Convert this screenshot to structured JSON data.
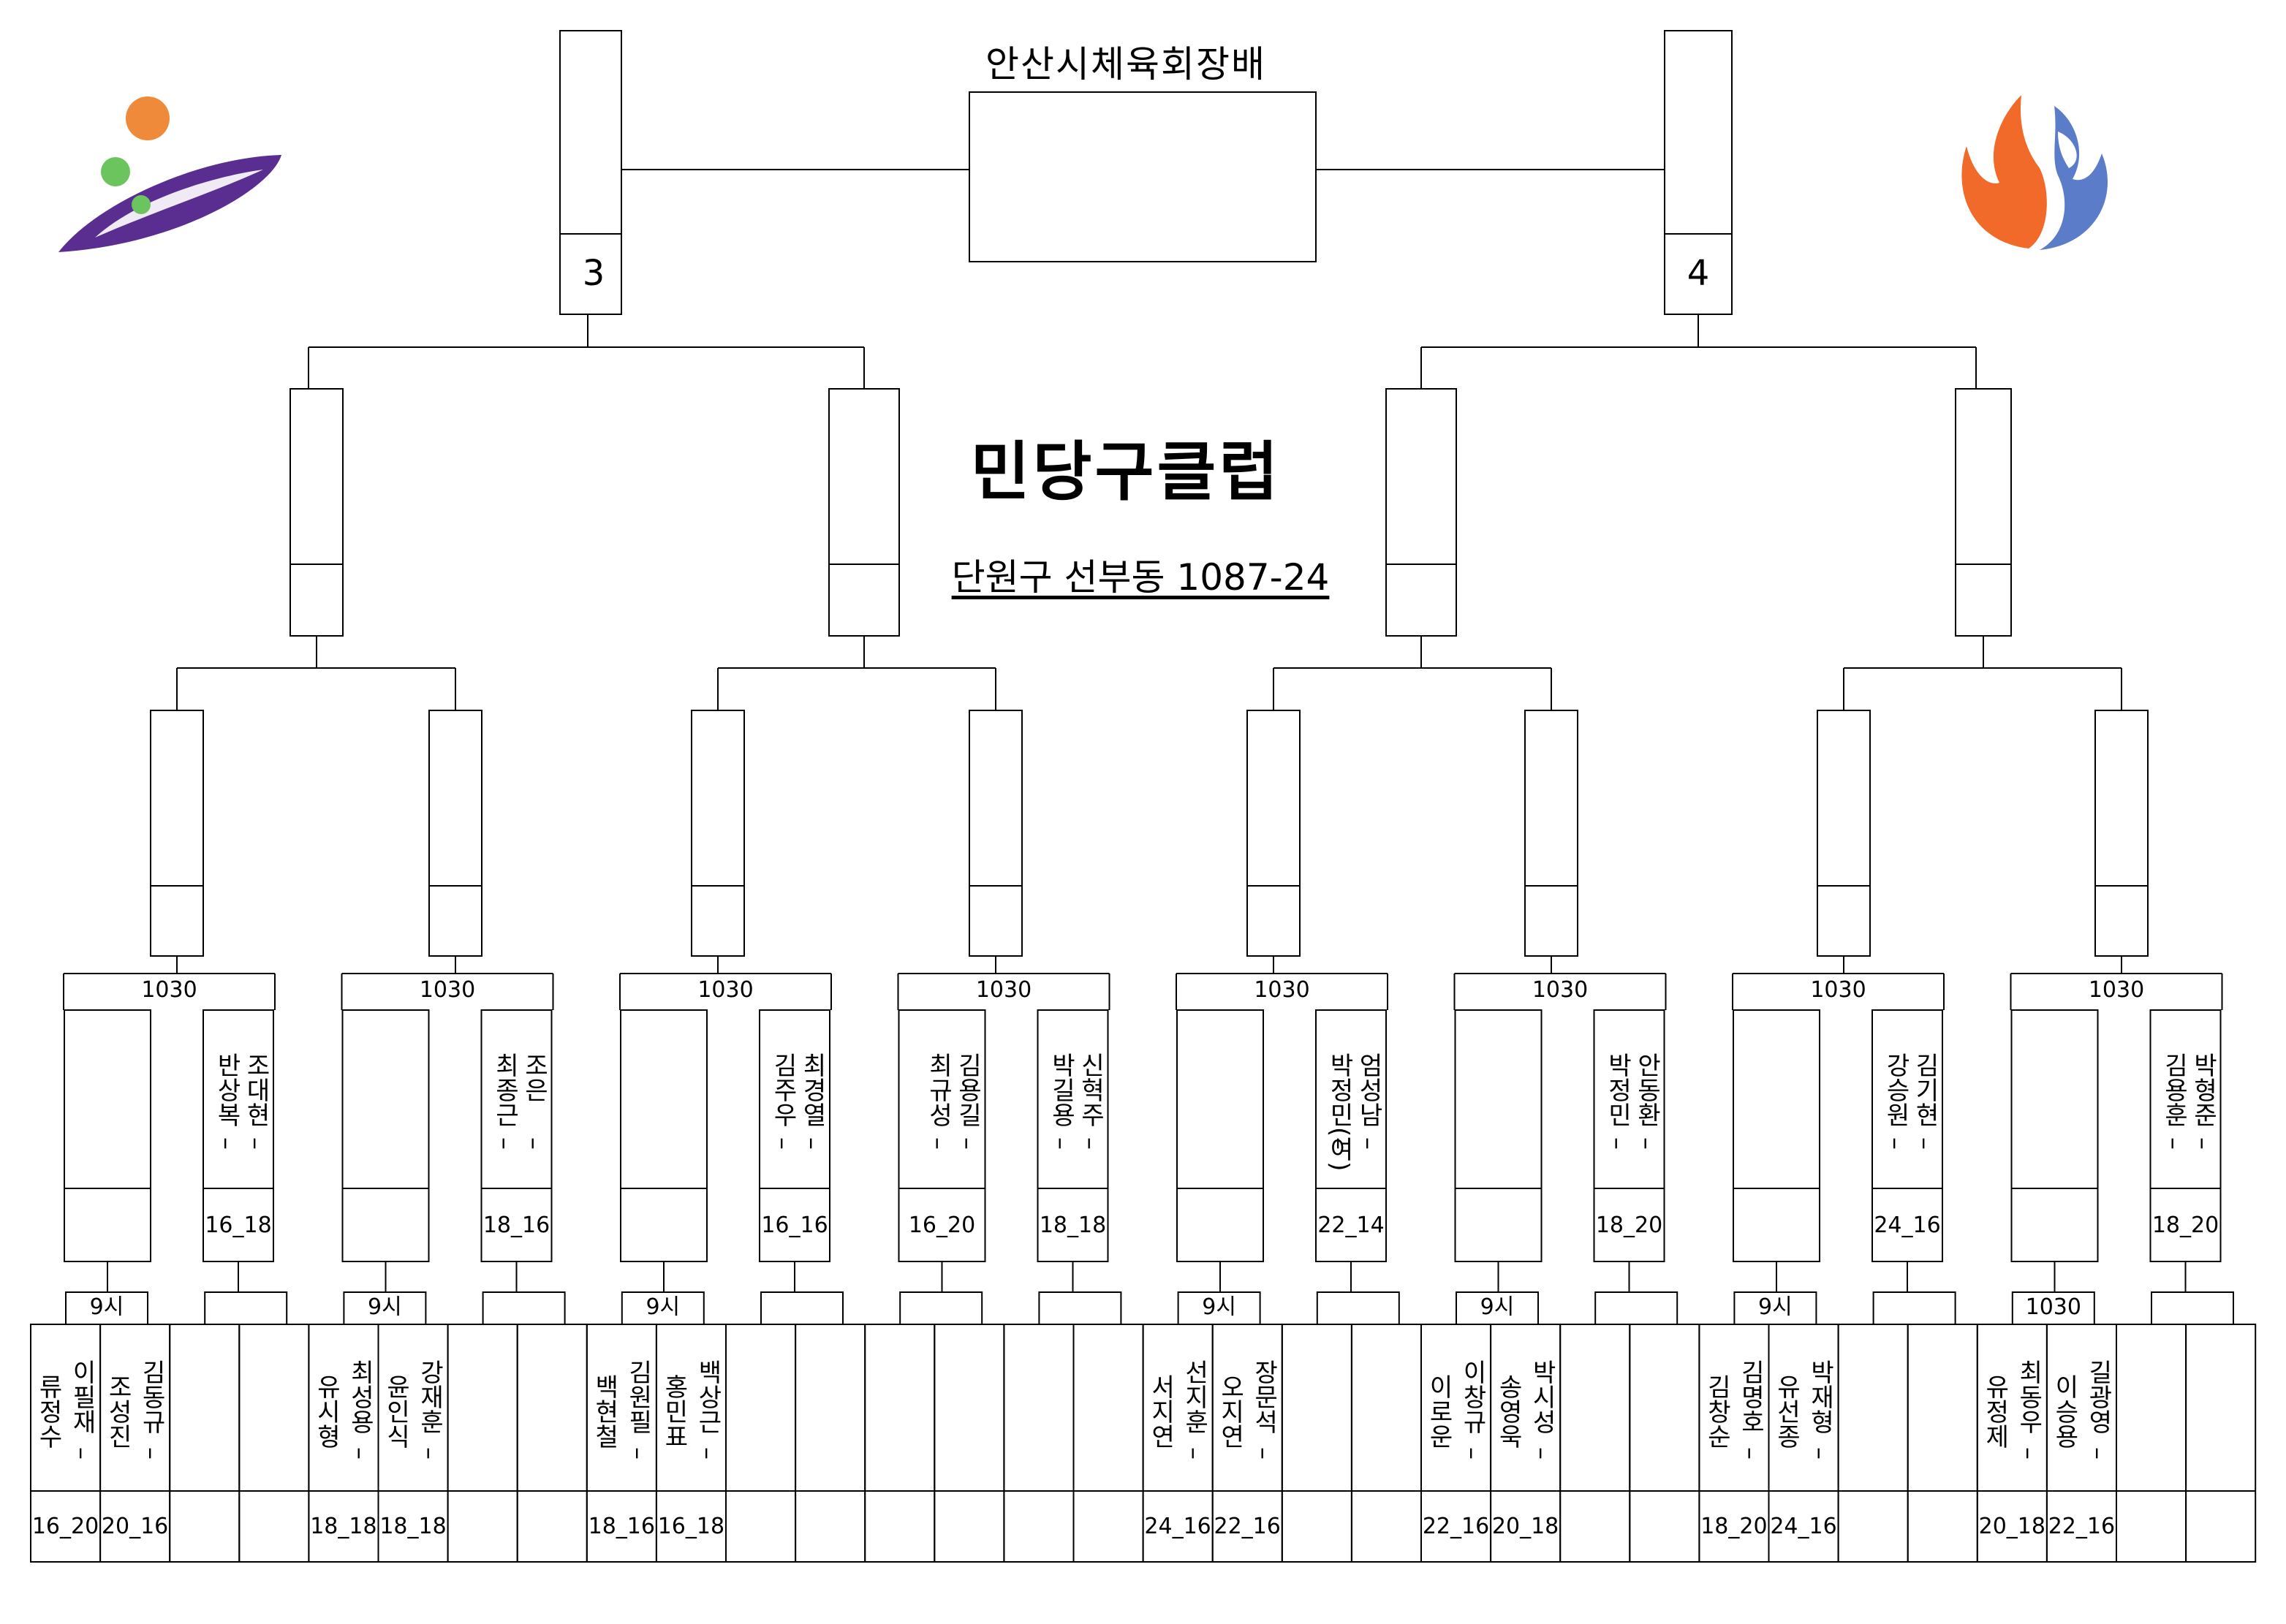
{
  "header": {
    "tournament_title": "안산시체육회장배",
    "club_name": "민당구클럽",
    "address": "단원구 선부동 1087-24"
  },
  "seeds": {
    "left": "3",
    "right": "4"
  },
  "r16_times": [
    "1030",
    "1030",
    "1030",
    "1030",
    "1030",
    "1030",
    "1030",
    "1030"
  ],
  "r16_slots": [
    {
      "names": [],
      "score": ""
    },
    {
      "names": [
        "조대현",
        "반상복"
      ],
      "score": "16_18"
    },
    {
      "names": [],
      "score": ""
    },
    {
      "names": [
        "조은",
        "최종근"
      ],
      "score": "18_16"
    },
    {
      "names": [],
      "score": ""
    },
    {
      "names": [
        "최경열",
        "김주우"
      ],
      "score": "16_16"
    },
    {
      "names": [
        "김용길",
        "최규성"
      ],
      "score": "16_20"
    },
    {
      "names": [
        "신혁주",
        "박길용"
      ],
      "score": "18_18"
    },
    {
      "names": [],
      "score": ""
    },
    {
      "names": [
        "엄성남",
        "박정민(여)"
      ],
      "score": "22_14"
    },
    {
      "names": [],
      "score": ""
    },
    {
      "names": [
        "안동환",
        "박정민"
      ],
      "score": "18_20"
    },
    {
      "names": [],
      "score": ""
    },
    {
      "names": [
        "김기현",
        "강승원"
      ],
      "score": "24_16"
    },
    {
      "names": [],
      "score": ""
    },
    {
      "names": [
        "박형준",
        "김용훈"
      ],
      "score": "18_20"
    }
  ],
  "r32_times": [
    "9시",
    "",
    "9시",
    "",
    "9시",
    "",
    "",
    "",
    "9시",
    "",
    "9시",
    "",
    "9시",
    "",
    "1030",
    ""
  ],
  "r32_cells": [
    {
      "names": [
        "류정수",
        "이필재"
      ],
      "score": "16_20"
    },
    {
      "names": [
        "조성진",
        "김동규"
      ],
      "score": "20_16"
    },
    {
      "names": [],
      "score": ""
    },
    {
      "names": [],
      "score": ""
    },
    {
      "names": [
        "유시형",
        "최성용"
      ],
      "score": "18_18"
    },
    {
      "names": [
        "윤인식",
        "강재훈"
      ],
      "score": "18_18"
    },
    {
      "names": [],
      "score": ""
    },
    {
      "names": [],
      "score": ""
    },
    {
      "names": [
        "백현철",
        "김원필"
      ],
      "score": "18_16"
    },
    {
      "names": [
        "홍민표",
        "백상근"
      ],
      "score": "16_18"
    },
    {
      "names": [],
      "score": ""
    },
    {
      "names": [],
      "score": ""
    },
    {
      "names": [],
      "score": ""
    },
    {
      "names": [],
      "score": ""
    },
    {
      "names": [],
      "score": ""
    },
    {
      "names": [],
      "score": ""
    },
    {
      "names": [
        "서지연",
        "선지훈"
      ],
      "score": "24_16"
    },
    {
      "names": [
        "오지연",
        "장문석"
      ],
      "score": "22_16"
    },
    {
      "names": [],
      "score": ""
    },
    {
      "names": [],
      "score": ""
    },
    {
      "names": [
        "이로운",
        "이창규"
      ],
      "score": "22_16"
    },
    {
      "names": [
        "송영욱",
        "박시성"
      ],
      "score": "20_18"
    },
    {
      "names": [],
      "score": ""
    },
    {
      "names": [],
      "score": ""
    },
    {
      "names": [
        "김창순",
        "김명호"
      ],
      "score": "18_20"
    },
    {
      "names": [
        "유선종",
        "박재형"
      ],
      "score": "24_16"
    },
    {
      "names": [],
      "score": ""
    },
    {
      "names": [],
      "score": ""
    },
    {
      "names": [
        "유정제",
        "최동우"
      ],
      "score": "20_18"
    },
    {
      "names": [
        "이승용",
        "길광영"
      ],
      "score": "22_16"
    },
    {
      "names": [],
      "score": ""
    },
    {
      "names": [],
      "score": ""
    }
  ],
  "colors": {
    "logo_orange": "#ef8a3b",
    "logo_green": "#6cc45e",
    "logo_purple": "#5a2d91",
    "logo_blue": "#5b7cc8",
    "logo_flame": "#f26a2a"
  }
}
